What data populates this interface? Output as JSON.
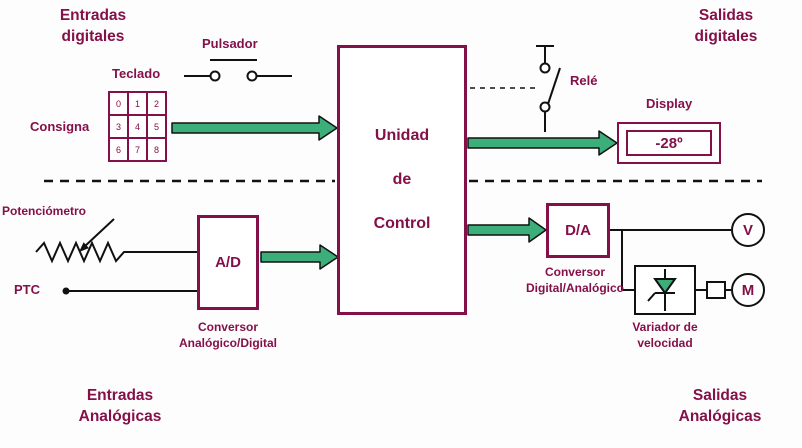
{
  "headings": {
    "top_left": {
      "line1": "Entradas",
      "line2": "digitales"
    },
    "top_right": {
      "line1": "Salidas",
      "line2": "digitales"
    },
    "bottom_left": {
      "line1": "Entradas",
      "line2": "Analógicas"
    },
    "bottom_right": {
      "line1": "Salidas",
      "line2": "Analógicas"
    }
  },
  "labels": {
    "pulsador": "Pulsador",
    "teclado": "Teclado",
    "consigna": "Consigna",
    "rele": "Relé",
    "display": "Display",
    "potenciometro": "Potenciómetro",
    "ptc": "PTC",
    "conversor_ad_1": "Conversor",
    "conversor_ad_2": "Analógico/Digital",
    "conversor_da_1": "Conversor",
    "conversor_da_2": "Digital/Analógico",
    "variador_1": "Variador de",
    "variador_2": "velocidad"
  },
  "control_unit": {
    "line1": "Unidad",
    "line2": "de",
    "line3": "Control"
  },
  "converters": {
    "ad": "A/D",
    "da": "D/A"
  },
  "display_value": "-28º",
  "keypad": [
    "0",
    "1",
    "2",
    "3",
    "4",
    "5",
    "6",
    "7",
    "8"
  ],
  "meters": {
    "voltmeter": "V",
    "motor": "M"
  },
  "colors": {
    "maroon": "#841049",
    "arrow_green": "#3BAE79"
  }
}
